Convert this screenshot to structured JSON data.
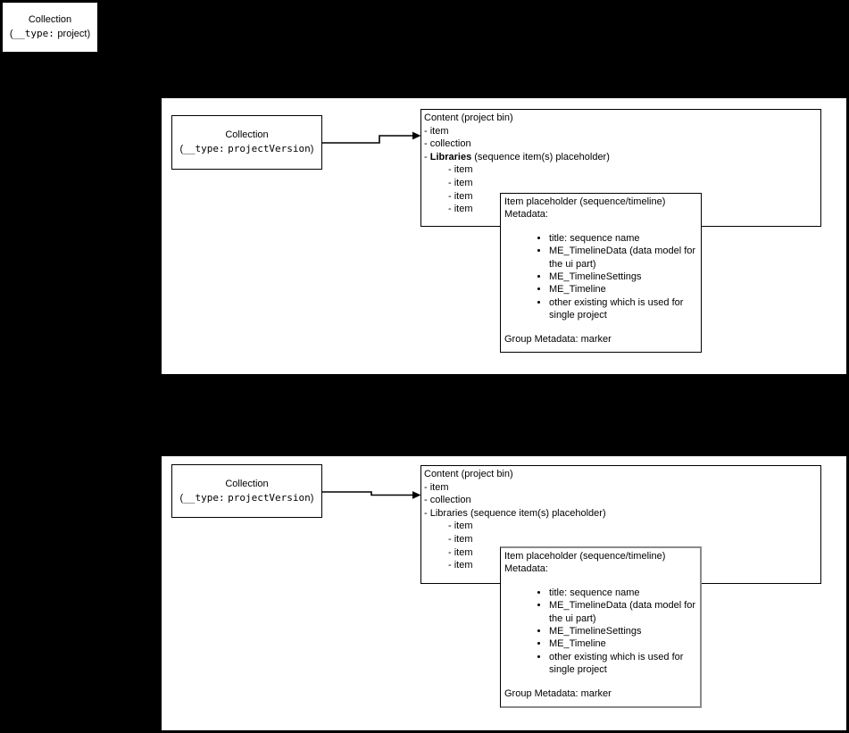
{
  "root_box": {
    "title": "Collection",
    "type_open": "(",
    "type_key": "__type:",
    "type_value": "project",
    "type_close": ")"
  },
  "panels": [
    {
      "collection": {
        "title": "Collection",
        "type_open": "(",
        "type_key": "__type:",
        "type_value": "projectVersion",
        "type_close": ")"
      },
      "content": {
        "title": "Content (project bin)",
        "items": [
          "- item",
          "- collection"
        ],
        "libraries_prefix": "- ",
        "libraries_name": "Libraries",
        "libraries_suffix": " (sequence item(s) placeholder)",
        "sub_items": [
          "- item",
          "- item",
          "- item",
          "- item"
        ]
      },
      "placeholder": {
        "title": "Item placeholder (sequence/timeline)",
        "metadata_label": "Metadata:",
        "bullets": [
          "title: sequence name",
          "ME_TimelineData (data model for the ui part)",
          "ME_TimelineSettings",
          "ME_Timeline",
          "other existing which is used for single project"
        ],
        "footer": "Group Metadata: marker"
      }
    },
    {
      "collection": {
        "title": "Collection",
        "type_open": "(",
        "type_key": "__type:",
        "type_value": "projectVersion",
        "type_close": ")"
      },
      "content": {
        "title": "Content (project bin)",
        "items": [
          "- item",
          "- collection"
        ],
        "libraries_prefix": "- ",
        "libraries_name": "Libraries",
        "libraries_suffix": " (sequence item(s) placeholder)",
        "sub_items": [
          "- item",
          "- item",
          "- item",
          "- item"
        ]
      },
      "placeholder": {
        "title": "Item placeholder (sequence/timeline)",
        "metadata_label": "Metadata:",
        "bullets": [
          "title: sequence name",
          "ME_TimelineData (data model for the ui part)",
          "ME_TimelineSettings",
          "ME_Timeline",
          "other existing which is used for single project"
        ],
        "footer": "Group Metadata: marker"
      }
    }
  ],
  "colors": {
    "canvas": "#000000",
    "node_fill": "#ffffff",
    "node_stroke": "#000000",
    "placeholder2_stroke": "#8a8a8a"
  }
}
